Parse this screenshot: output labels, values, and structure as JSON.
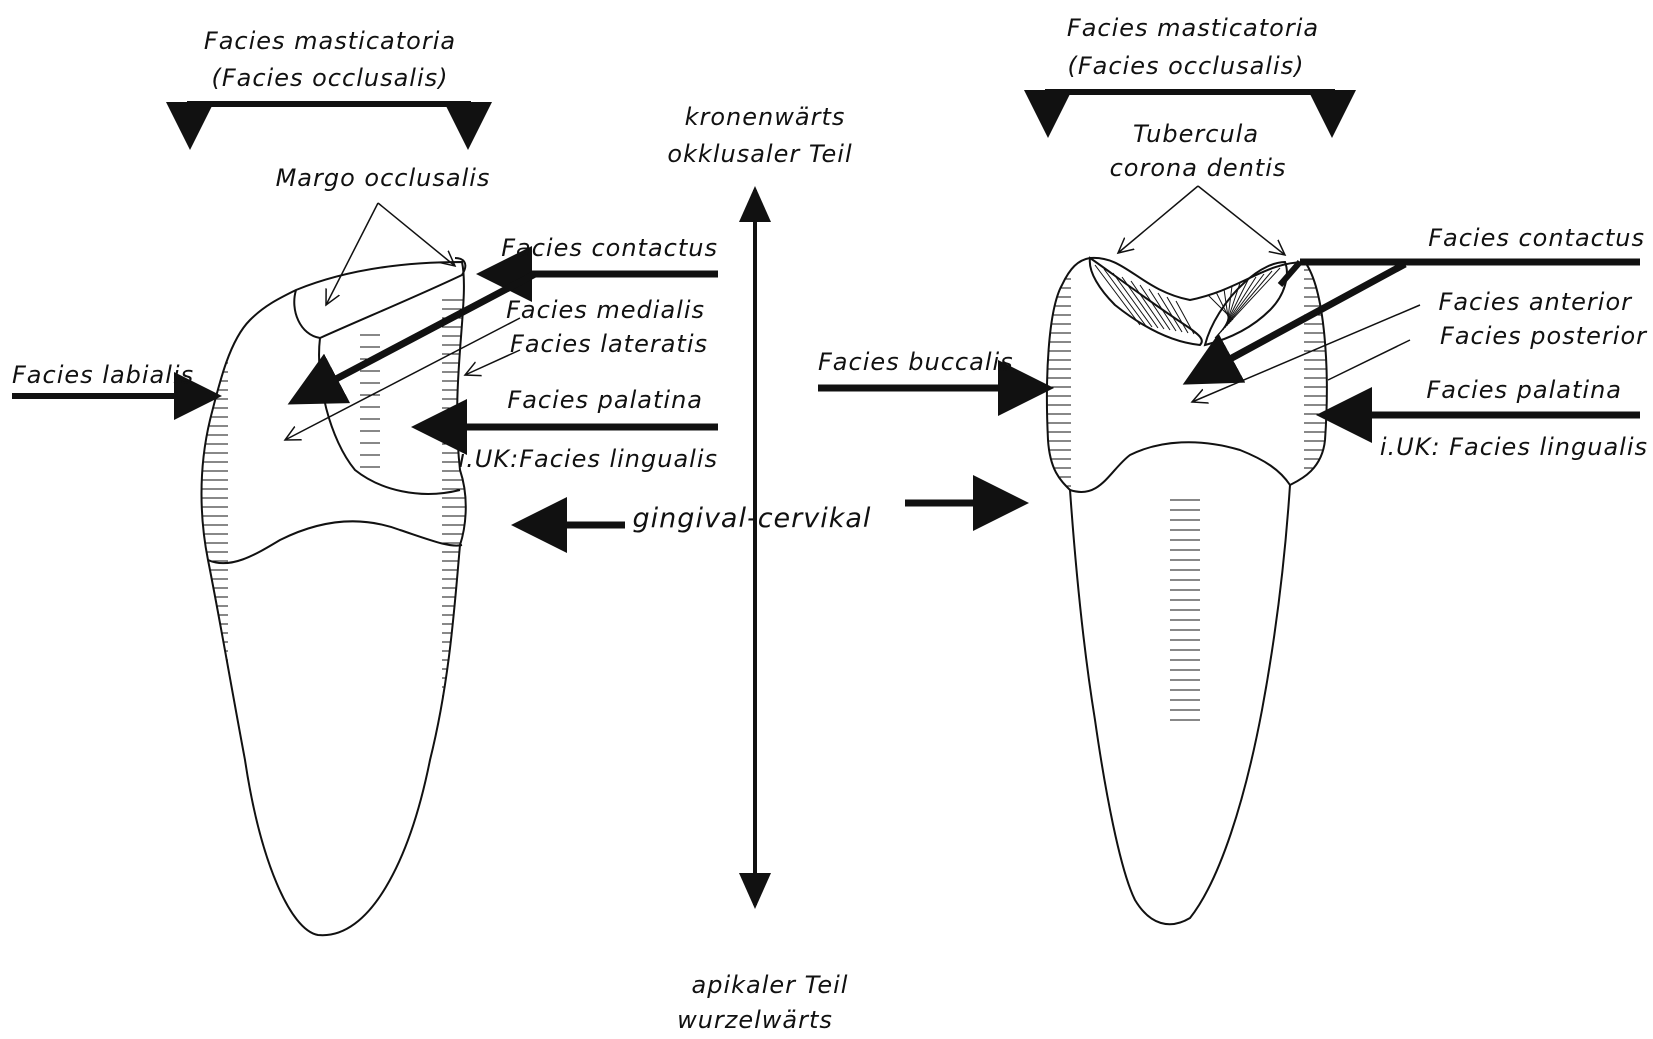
{
  "colors": {
    "ink": "#111111",
    "paper": "#ffffff"
  },
  "labels": {
    "left_masticatoria": "Facies masticatoria",
    "left_occlusalis": "(Facies occlusalis)",
    "margo_occlusalis": "Margo occlusalis",
    "left_contactus": "Facies contactus",
    "facies_medialis": "Facies medialis",
    "facies_lateratis": "Facies lateratis",
    "facies_labialis": "Facies labialis",
    "left_palatina": "Facies palatina",
    "left_lingualis": "i.UK:Facies lingualis",
    "kronen_line1": "kronenwärts",
    "kronen_line2": "okklusaler Teil",
    "gingival": "gingival-cervikal",
    "apikal_line1": "apikaler Teil",
    "apikal_line2": "wurzelwärts",
    "right_masticatoria": "Facies masticatoria",
    "right_occlusalis": "(Facies occlusalis)",
    "tubercula_line1": "Tubercula",
    "tubercula_line2": "corona dentis",
    "right_contactus": "Facies contactus",
    "facies_buccalis": "Facies buccalis",
    "facies_anterior": "Facies anterior",
    "facies_posterior": "Facies posterior",
    "right_palatina": "Facies palatina",
    "right_lingualis": "i.UK: Facies lingualis"
  }
}
